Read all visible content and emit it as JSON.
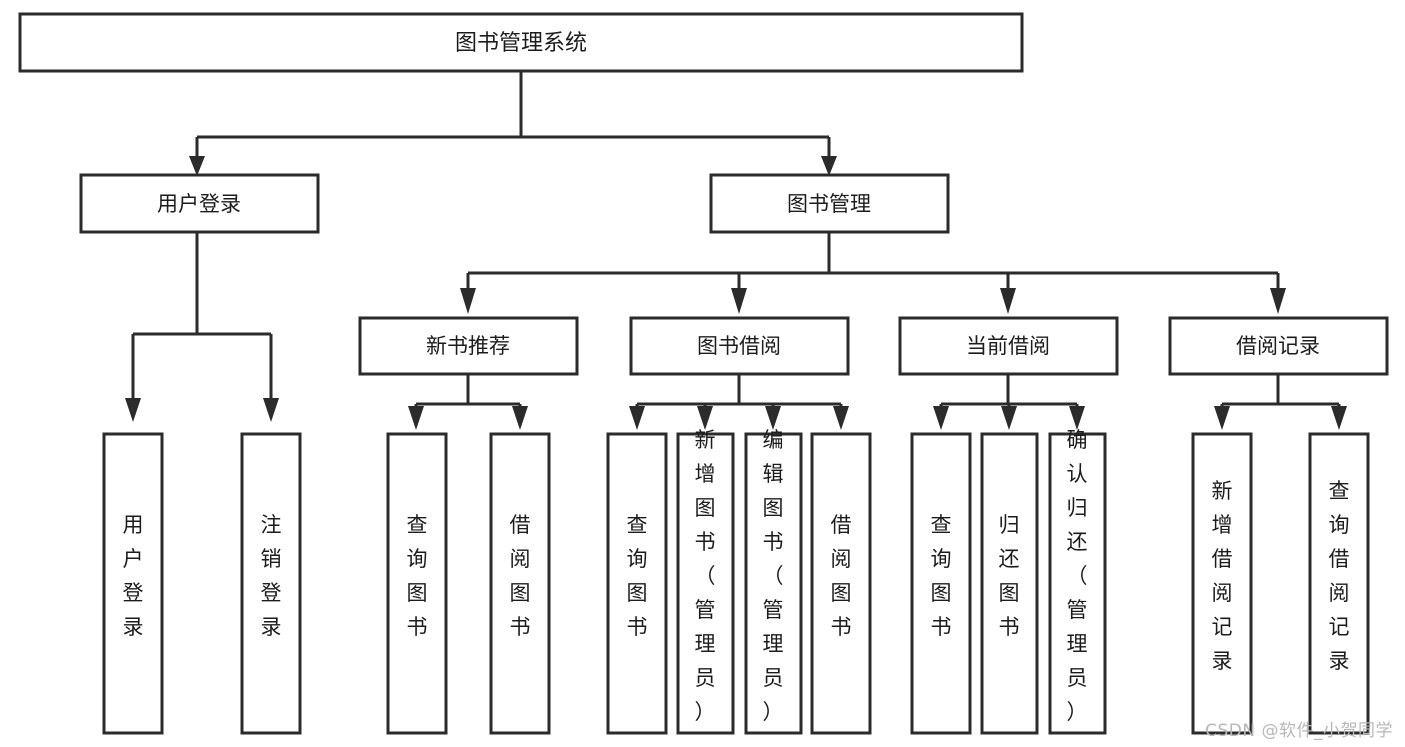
{
  "diagram": {
    "type": "tree",
    "orientation": "top-down",
    "title": "图书管理系统",
    "colors": {
      "stroke": "#2b2b2b",
      "fill": "#ffffff",
      "text": "#1c1c1c",
      "watermark": "#b8b8b8",
      "background": "#ffffff"
    },
    "levels": {
      "root": "图书管理系统",
      "level1": [
        "用户登录",
        "图书管理"
      ],
      "level2": [
        "新书推荐",
        "图书借阅",
        "当前借阅",
        "借阅记录"
      ],
      "level3": [
        "用户登录",
        "注销登录",
        "查询图书",
        "借阅图书",
        "查询图书",
        "新增图书（管理员）",
        "编辑图书（管理员）",
        "借阅图书",
        "查询图书",
        "归还图书",
        "确认归还（管理员）",
        "新增借阅记录",
        "查询借阅记录"
      ]
    },
    "nodes": {
      "root": {
        "label": "图书管理系统"
      },
      "user_login": {
        "label": "用户登录"
      },
      "book_manage": {
        "label": "图书管理"
      },
      "new_book_rec": {
        "label": "新书推荐"
      },
      "book_borrow": {
        "label": "图书借阅"
      },
      "current_borrow": {
        "label": "当前借阅"
      },
      "borrow_record": {
        "label": "借阅记录"
      },
      "leaf_user_login": {
        "label": "用户登录"
      },
      "leaf_logout": {
        "label": "注销登录"
      },
      "leaf_query_book_1": {
        "label": "查询图书"
      },
      "leaf_borrow_book_1": {
        "label": "借阅图书"
      },
      "leaf_query_book_2": {
        "label": "查询图书"
      },
      "leaf_add_book_admin": {
        "label": "新增图书（管理员）"
      },
      "leaf_edit_book_admin": {
        "label": "编辑图书（管理员）"
      },
      "leaf_borrow_book_2": {
        "label": "借阅图书"
      },
      "leaf_query_book_3": {
        "label": "查询图书"
      },
      "leaf_return_book": {
        "label": "归还图书"
      },
      "leaf_confirm_return_admin": {
        "label": "确认归还（管理员）"
      },
      "leaf_add_borrow_record": {
        "label": "新增借阅记录"
      },
      "leaf_query_borrow_record": {
        "label": "查询借阅记录"
      }
    },
    "edges": [
      {
        "from": "root",
        "to": "user_login"
      },
      {
        "from": "root",
        "to": "book_manage"
      },
      {
        "from": "user_login",
        "to": "leaf_user_login"
      },
      {
        "from": "user_login",
        "to": "leaf_logout"
      },
      {
        "from": "book_manage",
        "to": "new_book_rec"
      },
      {
        "from": "book_manage",
        "to": "book_borrow"
      },
      {
        "from": "book_manage",
        "to": "current_borrow"
      },
      {
        "from": "book_manage",
        "to": "borrow_record"
      },
      {
        "from": "new_book_rec",
        "to": "leaf_query_book_1"
      },
      {
        "from": "new_book_rec",
        "to": "leaf_borrow_book_1"
      },
      {
        "from": "book_borrow",
        "to": "leaf_query_book_2"
      },
      {
        "from": "book_borrow",
        "to": "leaf_add_book_admin"
      },
      {
        "from": "book_borrow",
        "to": "leaf_edit_book_admin"
      },
      {
        "from": "book_borrow",
        "to": "leaf_borrow_book_2"
      },
      {
        "from": "current_borrow",
        "to": "leaf_query_book_3"
      },
      {
        "from": "current_borrow",
        "to": "leaf_return_book"
      },
      {
        "from": "current_borrow",
        "to": "leaf_confirm_return_admin"
      },
      {
        "from": "borrow_record",
        "to": "leaf_add_borrow_record"
      },
      {
        "from": "borrow_record",
        "to": "leaf_query_borrow_record"
      }
    ]
  },
  "watermark": {
    "text": "CSDN @软件_小贺同学"
  }
}
